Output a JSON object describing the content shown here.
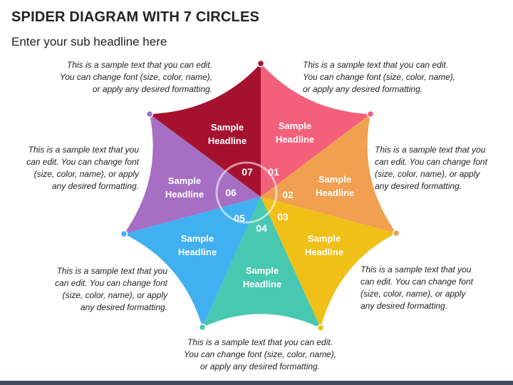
{
  "title": "SPIDER DIAGRAM WITH 7 CIRCLES",
  "subtitle": "Enter your sub headline here",
  "segments": [
    {
      "number": "01",
      "headline": [
        "Sample",
        "Headline"
      ],
      "color": "#f2607a"
    },
    {
      "number": "02",
      "headline": [
        "Sample",
        "Headline"
      ],
      "color": "#f0a050"
    },
    {
      "number": "03",
      "headline": [
        "Sample",
        "Headline"
      ],
      "color": "#f0c018"
    },
    {
      "number": "04",
      "headline": [
        "Sample",
        "Headline"
      ],
      "color": "#48c8b0"
    },
    {
      "number": "05",
      "headline": [
        "Sample",
        "Headline"
      ],
      "color": "#40b0f0"
    },
    {
      "number": "06",
      "headline": [
        "Sample",
        "Headline"
      ],
      "color": "#a66fc4"
    },
    {
      "number": "07",
      "headline": [
        "Sample",
        "Headline"
      ],
      "color": "#a5112e"
    }
  ],
  "descriptions": {
    "top_left": [
      "This is a sample text that you can edit.",
      "You can change font (size, color, name),",
      "or apply any desired formatting."
    ],
    "top_right": [
      "This is a sample text that you can edit.",
      "You can change font (size, color, name),",
      "or apply any desired formatting."
    ],
    "mid_left": [
      "This is a sample text that you",
      "can edit. You can change font",
      "(size, color, name), or apply",
      "any desired formatting."
    ],
    "mid_right": [
      "This is a sample text that you",
      "can edit. You can change font",
      "(size, color, name), or apply",
      "any desired formatting."
    ],
    "low_left": [
      "This is a sample text that you",
      "can edit. You can change font",
      "(size, color, name), or apply",
      "any desired formatting."
    ],
    "low_right": [
      "This is a sample text that you",
      "can edit. You can change font",
      "(size, color, name), or apply",
      "any desired formatting."
    ],
    "bottom": [
      "This is a sample text that you can edit.",
      "You can change font (size, color, name),",
      "or apply any desired formatting."
    ]
  }
}
